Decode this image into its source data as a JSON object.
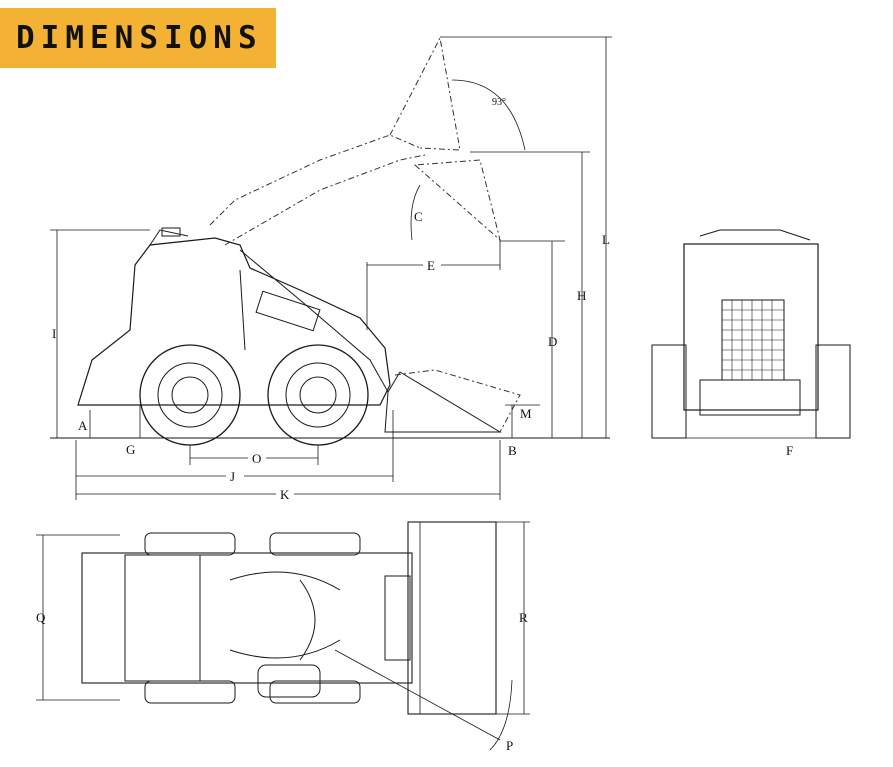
{
  "header": {
    "title": "DIMENSIONS",
    "banner_color": "#f3b233"
  },
  "labels": {
    "A": "A",
    "B": "B",
    "C": "C",
    "D": "D",
    "E": "E",
    "F": "F",
    "G": "G",
    "H": "H",
    "I": "I",
    "J": "J",
    "K": "K",
    "L": "L",
    "M": "M",
    "O": "O",
    "P": "P",
    "Q": "Q",
    "R": "R",
    "angle": "93°"
  },
  "colors": {
    "line": "#1a1a1a",
    "background": "#ffffff"
  }
}
